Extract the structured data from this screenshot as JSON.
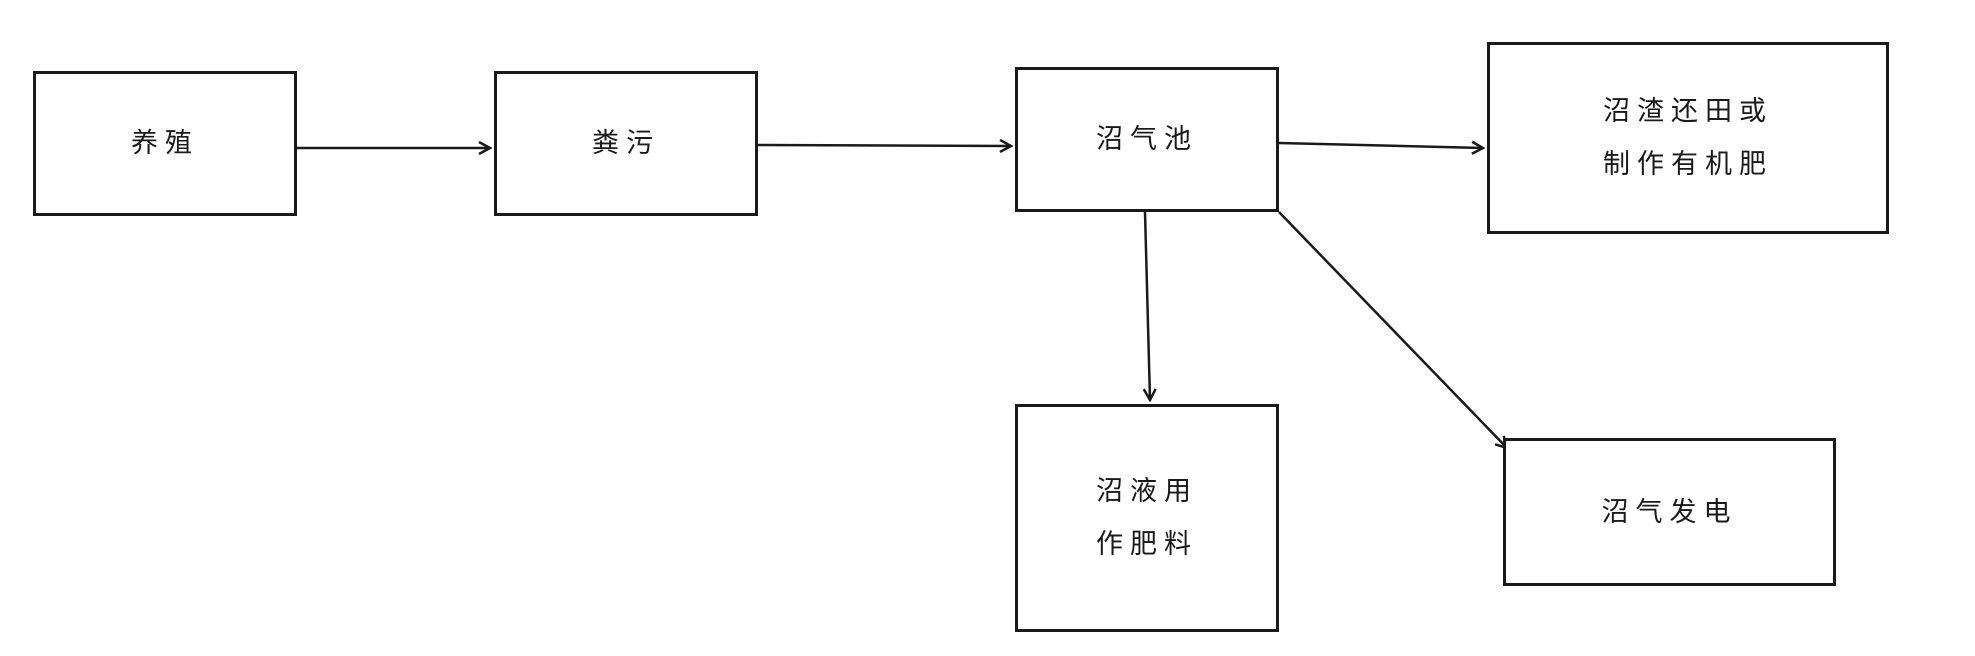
{
  "diagram": {
    "nodes": {
      "breeding": "养殖",
      "manure": "粪污",
      "digester": "沼气池",
      "residue": "沼渣还田或\n制作有机肥",
      "slurry": "沼液用\n作肥料",
      "power": "沼气发电"
    },
    "edges": [
      {
        "from": "breeding",
        "to": "manure"
      },
      {
        "from": "manure",
        "to": "digester"
      },
      {
        "from": "digester",
        "to": "residue"
      },
      {
        "from": "digester",
        "to": "slurry"
      },
      {
        "from": "digester",
        "to": "power"
      }
    ],
    "colors": {
      "stroke": "#1a1a1a",
      "background": "#ffffff"
    }
  }
}
